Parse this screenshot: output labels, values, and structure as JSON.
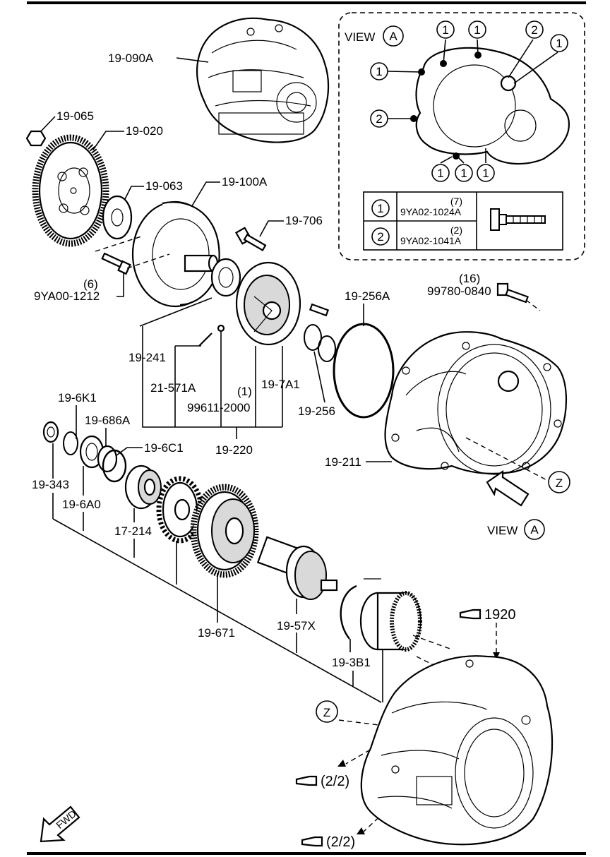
{
  "view_a": {
    "title": "VIEW",
    "letter": "A",
    "markers": [
      "1",
      "1",
      "2",
      "1",
      "1",
      "2",
      "1",
      "1",
      "1"
    ],
    "legend": [
      {
        "circle": "1",
        "qty": "(7)",
        "part": "9YA02-1024A"
      },
      {
        "circle": "2",
        "qty": "(2)",
        "part": "9YA02-1041A"
      }
    ]
  },
  "labels": {
    "p19090A": "19-090A",
    "p19065": "19-065",
    "p19020": "19-020",
    "p19063": "19-063",
    "p19100A": "19-100A",
    "p19706": "19-706",
    "qty6": "(6)",
    "p9YA001212": "9YA00-1212",
    "qty16": "(16)",
    "p997800840": "99780-0840",
    "p19256A": "19-256A",
    "p19241": "19-241",
    "p21571A": "21-571A",
    "qty1": "(1)",
    "p996112000": "99611-2000",
    "p197A1": "19-7A1",
    "p19256": "19-256",
    "p19220": "19-220",
    "p196K1": "19-6K1",
    "p19686A": "19-686A",
    "p196C1": "19-6C1",
    "p19343": "19-343",
    "p196A0": "19-6A0",
    "p17214": "17-214",
    "p19211": "19-211",
    "zone_z1": "Z",
    "view_word": "VIEW",
    "view_letter": "A",
    "p19671": "19-671",
    "p1957X": "19-57X",
    "p193B1": "19-3B1",
    "ref1920": "1920",
    "zone_z2": "Z",
    "ref22a": "(2/2)",
    "ref22b": "(2/2)",
    "fwd": "FWD"
  }
}
